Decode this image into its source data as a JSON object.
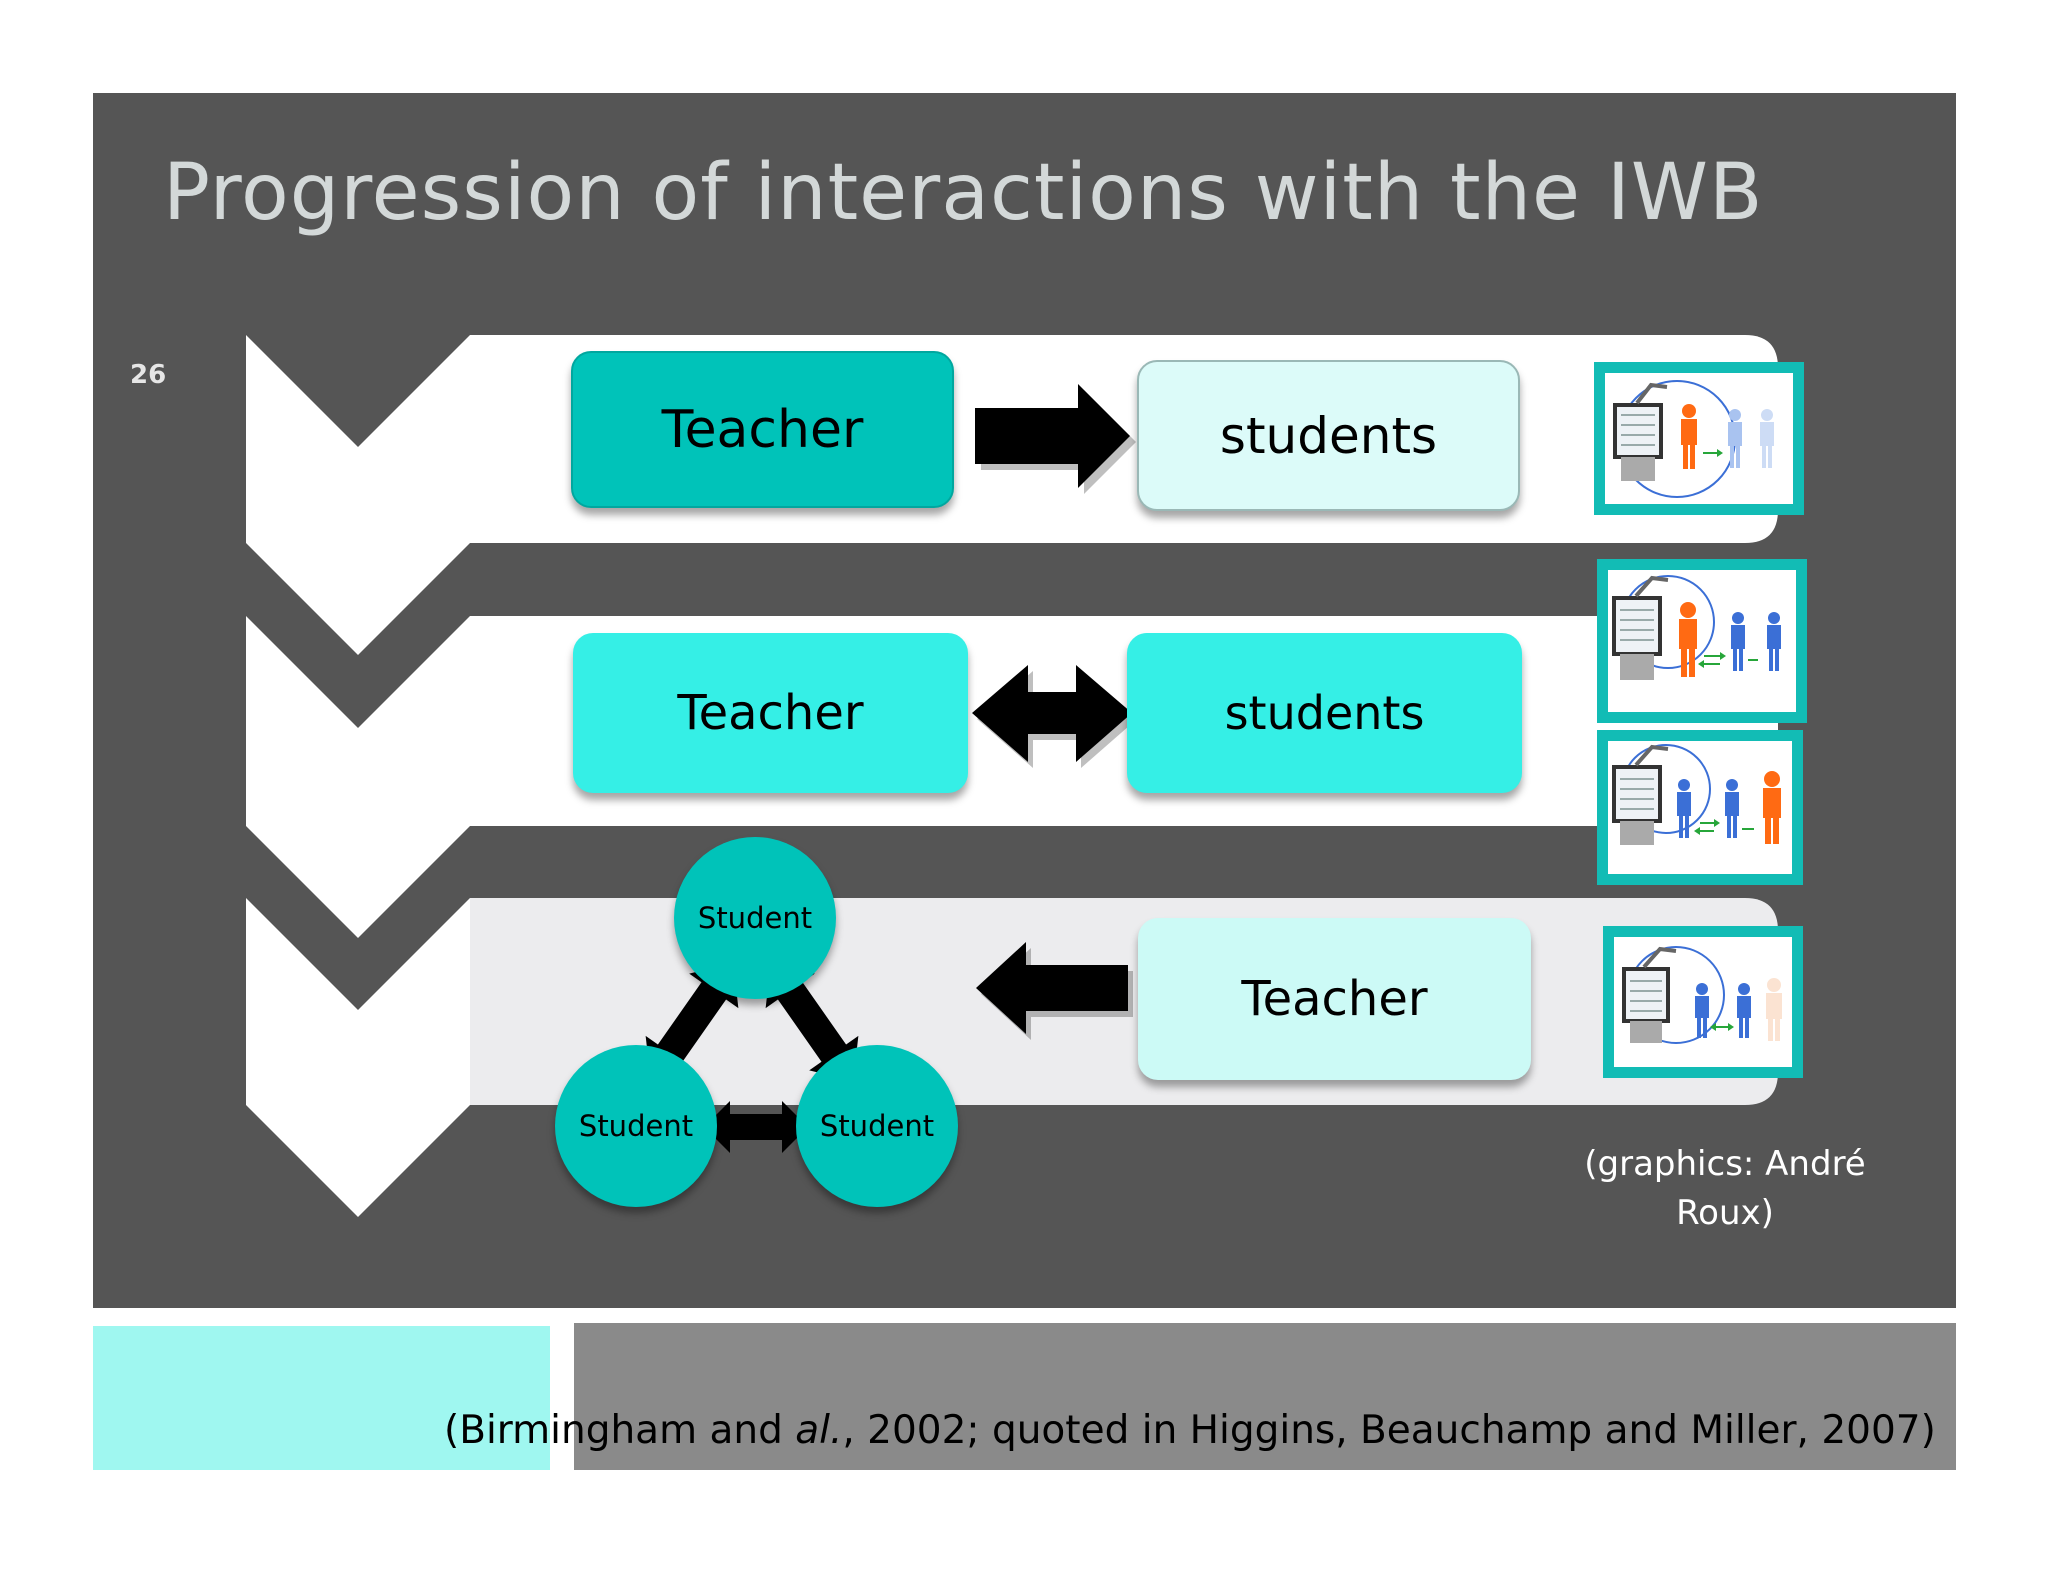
{
  "slide": {
    "title": "Progression of interactions with the IWB",
    "number": "26"
  },
  "rows": [
    {
      "left_label": "Teacher",
      "right_label": "students",
      "arrow": "right",
      "left_color": "#00c3b9",
      "right_color": "#dcfbf9"
    },
    {
      "left_label": "Teacher",
      "right_label": "students",
      "arrow": "both",
      "left_color": "#35efe6",
      "right_color": "#35efe6"
    },
    {
      "right_label": "Teacher",
      "arrow": "left",
      "right_color": "#ccfaf6"
    }
  ],
  "cycle": {
    "top": "Student",
    "left": "Student",
    "right": "Student",
    "color": "#00c3b9"
  },
  "thumbnails": [
    {
      "name": "iwb-teacher-to-students-icon"
    },
    {
      "name": "iwb-teacher-students-exchange-icon"
    },
    {
      "name": "iwb-students-teacher-exchange-icon"
    },
    {
      "name": "iwb-students-collaboration-icon"
    }
  ],
  "credit": {
    "line1": "(graphics: André",
    "line2": "Roux)"
  },
  "citation": {
    "before": "(Birmingham and ",
    "italic": "al.",
    "after": ", 2002; quoted in Higgins, Beauchamp and Miller, 2007)"
  },
  "colors": {
    "slide_background": "#555555",
    "accent_teal": "#00c3b9",
    "accent_cyan": "#35efe6",
    "frame_teal": "#12bcb5",
    "chevron": "#ffffff",
    "band": "#ffffff",
    "band_light": "#ececee"
  }
}
